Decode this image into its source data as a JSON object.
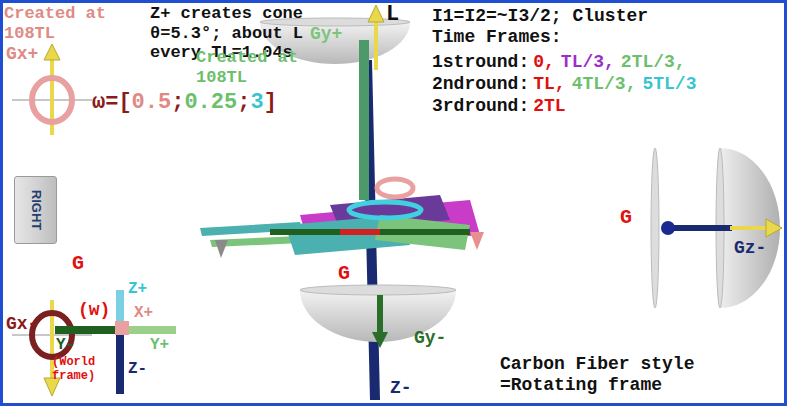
{
  "diagram": {
    "nodes": [
      {
        "text": [
          "RIGHT"
        ]
      }
    ],
    "labels": [
      "Created at 108TL",
      "Z+ creates cone θ=5.3°; about L every TL=1.04s",
      "L",
      "I1=I2=~I3/2; Cluster Time Frames:",
      "1stround:",
      "0,",
      "TL/3,",
      "2TL/3,",
      "Gx+",
      "Created at 108TL",
      "Gy+",
      "2ndround:",
      "TL,",
      "4TL/3,",
      "5TL/3",
      "3rdround:",
      "2TL",
      "ω=[",
      "0.5",
      ";",
      "0.25",
      ";",
      "3",
      "]",
      "G",
      "Gz-",
      "G",
      "G",
      "(w)",
      "Z+",
      "X+",
      "Y-",
      "Y+",
      "Gx-",
      "Gy-",
      "(World frame)",
      "Z-",
      "Z-",
      "Carbon Fiber style =Rotating frame"
    ]
  }
}
